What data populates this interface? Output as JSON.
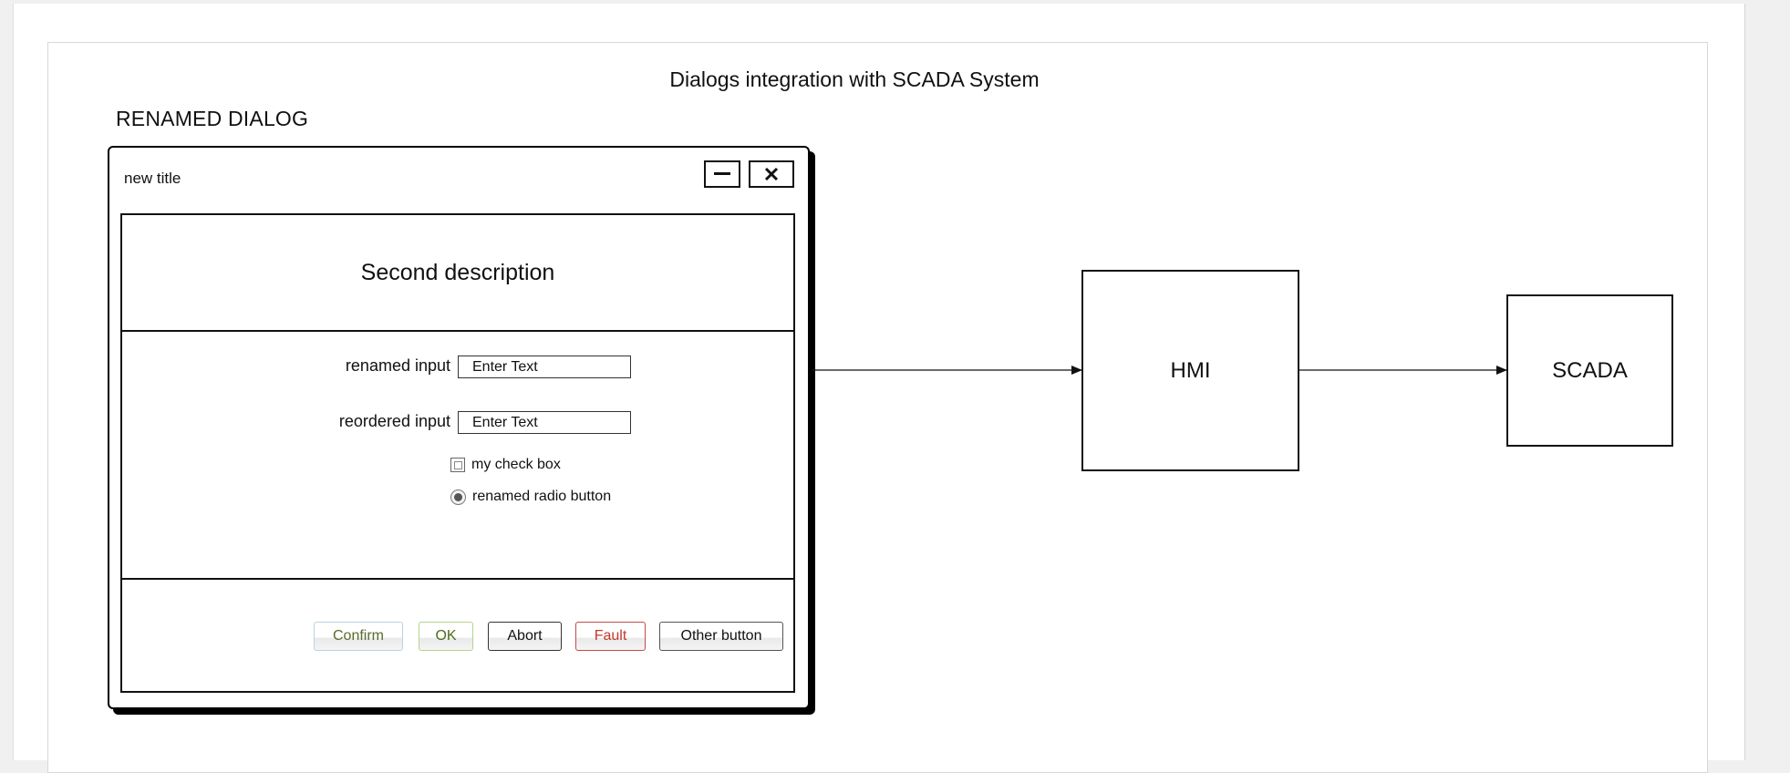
{
  "diagram": {
    "title": "Dialogs integration with SCADA System",
    "dialog_caption": "RENAMED DIALOG"
  },
  "dialog": {
    "window_title": "new title",
    "minimize_icon": "minimize-icon",
    "close_icon": "close-icon",
    "description": "Second description",
    "inputs": [
      {
        "label": "renamed input",
        "placeholder": "Enter Text"
      },
      {
        "label": "reordered input",
        "placeholder": "Enter Text"
      }
    ],
    "checkbox": {
      "label": "my check box",
      "checked": false
    },
    "radio": {
      "label": "renamed radio button",
      "selected": true
    },
    "buttons": {
      "confirm": "Confirm",
      "ok": "OK",
      "abort": "Abort",
      "fault": "Fault",
      "other": "Other button"
    }
  },
  "blocks": {
    "hmi": "HMI",
    "scada": "SCADA"
  },
  "colors": {
    "confirm_border": "#b9d3e0",
    "ok_border": "#b7d28c",
    "fault_border": "#c64a4a",
    "fault_text": "#c0392b"
  }
}
